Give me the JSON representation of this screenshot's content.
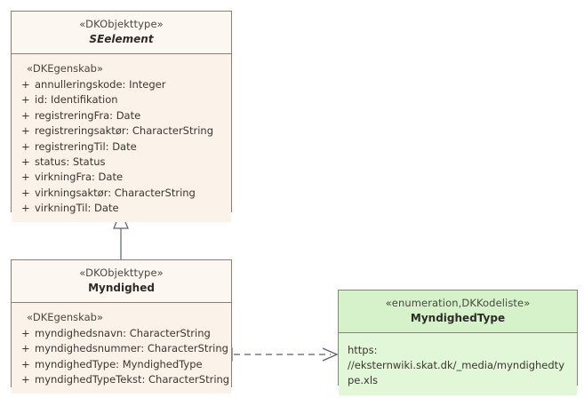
{
  "diagram": {
    "title": "UML class diagram",
    "background_color": "#ffffff",
    "class_fill": "#fbf2ea",
    "class_border": "#8a7f76",
    "enum_fill": "#d6f2ca",
    "enum_border": "#7b8a6f",
    "line_color": "#5a6072"
  },
  "classes": [
    {
      "id": "seelement",
      "stereotype": "«DKObjekttype»",
      "name": "SEelement",
      "abstract": true,
      "attributes_stereotype": "«DKEgenskab»",
      "attributes": [
        {
          "visibility": "+",
          "text": "annulleringskode: Integer"
        },
        {
          "visibility": "+",
          "text": "id: Identifikation"
        },
        {
          "visibility": "+",
          "text": "registreringFra: Date"
        },
        {
          "visibility": "+",
          "text": "registreringsaktør: CharacterString"
        },
        {
          "visibility": "+",
          "text": "registreringTil: Date"
        },
        {
          "visibility": "+",
          "text": "status: Status"
        },
        {
          "visibility": "+",
          "text": "virkningFra: Date"
        },
        {
          "visibility": "+",
          "text": "virkningsaktør: CharacterString"
        },
        {
          "visibility": "+",
          "text": "virkningTil: Date"
        }
      ]
    },
    {
      "id": "myndighed",
      "stereotype": "«DKObjekttype»",
      "name": "Myndighed",
      "abstract": false,
      "attributes_stereotype": "«DKEgenskab»",
      "attributes": [
        {
          "visibility": "+",
          "text": "myndighedsnavn: CharacterString"
        },
        {
          "visibility": "+",
          "text": "myndighedsnummer: CharacterString"
        },
        {
          "visibility": "+",
          "text": "myndighedType: MyndighedType"
        },
        {
          "visibility": "+",
          "text": "myndighedTypeTekst: CharacterString"
        }
      ]
    }
  ],
  "enumeration": {
    "id": "myndighedtype",
    "stereotype": "«enumeration,DKKodeliste»",
    "name": "MyndighedType",
    "note_line_1": "https:",
    "note_line_2": "//eksternwiki.skat.dk/_media/myndighedtype.xls"
  },
  "relationships": [
    {
      "id": "generalization",
      "type": "generalization",
      "source": "Myndighed",
      "target": "SEelement",
      "style": "solid",
      "arrowhead": "hollow-triangle"
    },
    {
      "id": "dependency",
      "type": "dependency",
      "source": "Myndighed",
      "target": "MyndighedType",
      "style": "dashed",
      "arrowhead": "open-arrow"
    }
  ]
}
